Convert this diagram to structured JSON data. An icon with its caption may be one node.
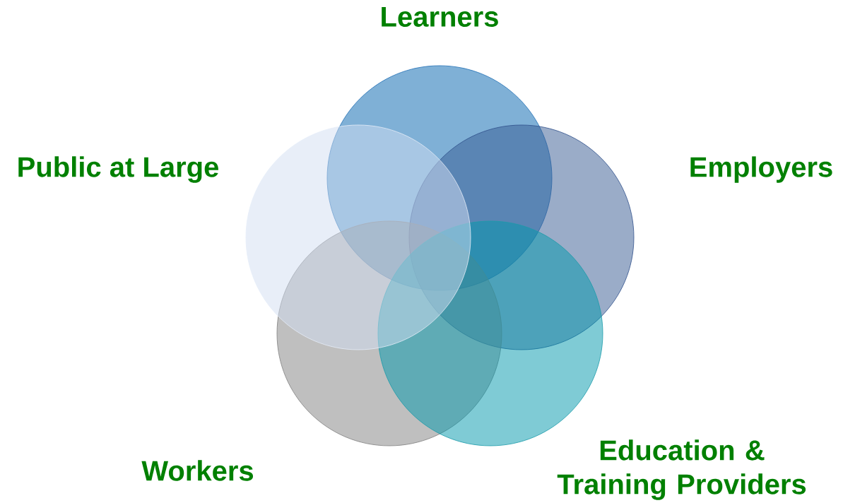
{
  "diagram": {
    "nodes": [
      {
        "text": [
          "Learners"
        ]
      },
      {
        "text": [
          "Public at Large"
        ]
      },
      {
        "text": [
          "Employers"
        ]
      },
      {
        "text": [
          "Workers"
        ]
      },
      {
        "text": [
          "Education & Training Providers"
        ]
      }
    ]
  }
}
